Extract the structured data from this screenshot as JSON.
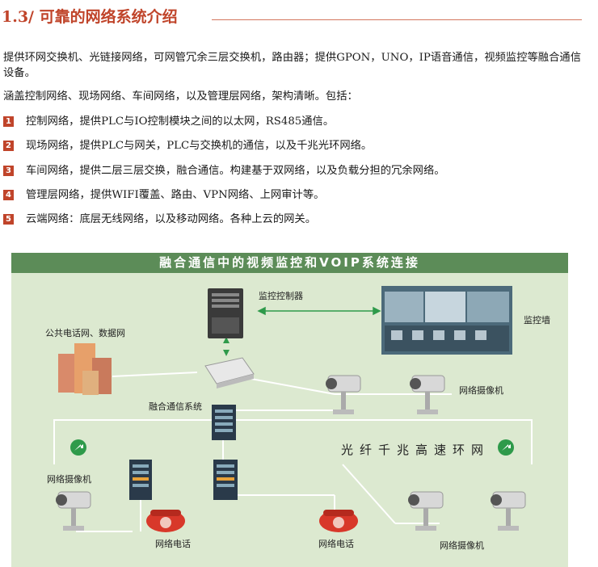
{
  "section": {
    "title": "1.3/ 可靠的网络系统介绍"
  },
  "intro": {
    "paragraph1": "提供环网交换机、光链接网络，可网管冗余三层交换机，路由器；提供GPON，UNO，IP语音通信，视频监控等融合通信设备。",
    "paragraph2": "涵盖控制网络、现场网络、车间网络，以及管理层网络，架构清晰。包括："
  },
  "list": [
    {
      "num": "1",
      "text": "控制网络，提供PLC与IO控制模块之间的以太网，RS485通信。"
    },
    {
      "num": "2",
      "text": "现场网络，提供PLC与网关，PLC与交换机的通信，以及千兆光环网络。"
    },
    {
      "num": "3",
      "text": "车间网络，提供二层三层交换，融合通信。构建基于双网络，以及负载分担的冗余网络。"
    },
    {
      "num": "4",
      "text": "管理层网络，提供WIFI覆盖、路由、VPN网络、上网审计等。"
    },
    {
      "num": "5",
      "text": "云端网络：底层无线网络，以及移动网络。各种上云的网关。"
    }
  ],
  "diagram": {
    "header": "融合通信中的视频监控和VOIP系统连接",
    "labels": {
      "controller": "监控控制器",
      "monitor_wall": "监控墙",
      "public_network": "公共电话网、数据网",
      "converged_system": "融合通信系统",
      "camera_top": "网络摄像机",
      "ring": "光纤千兆高速环网",
      "camera_left": "网络摄像机",
      "phone_left": "网络电话",
      "phone_mid": "网络电话",
      "camera_bottom": "网络摄像机"
    },
    "colors": {
      "accent": "#c0442a",
      "header": "#5c8c58",
      "background": "#dce9d0",
      "ring_icon": "#2e9a4a"
    }
  }
}
